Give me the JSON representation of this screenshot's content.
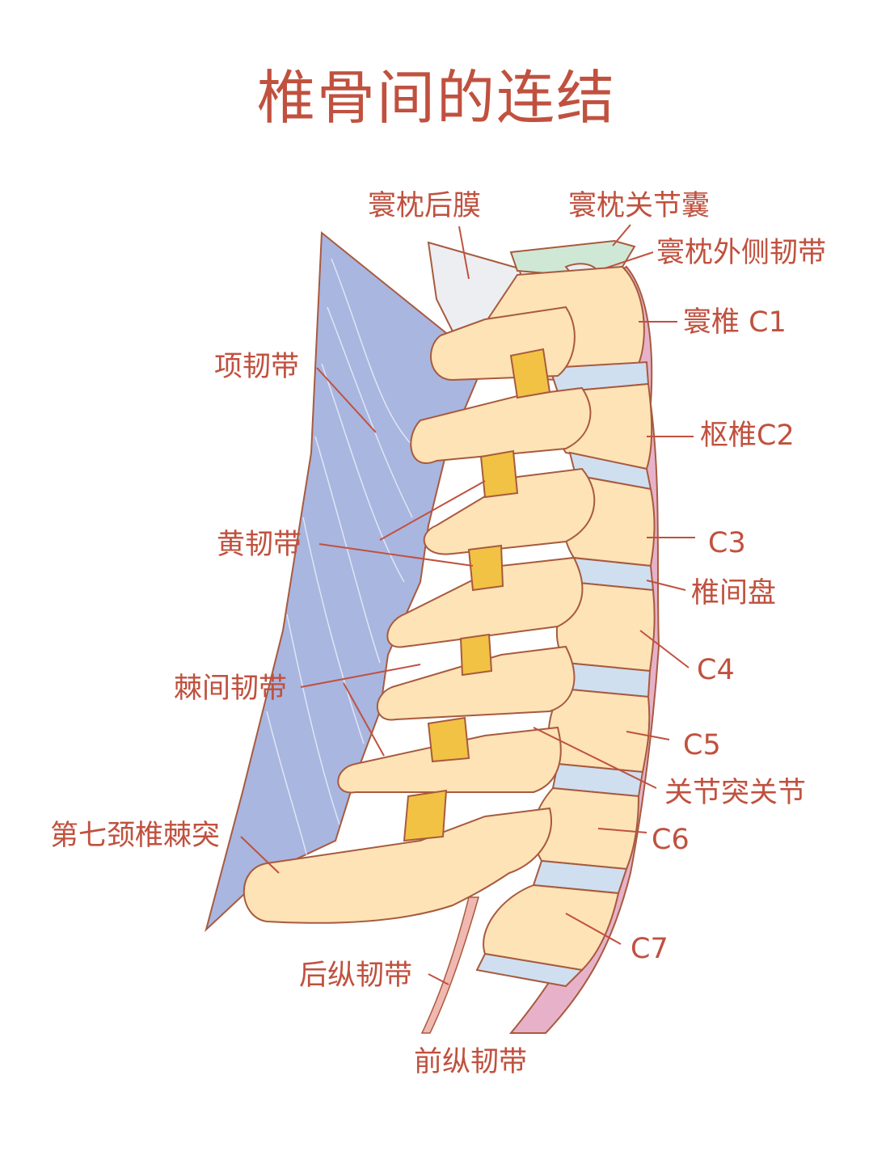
{
  "title": "椎骨间的连结",
  "labels": {
    "occipital_membrane": "寰枕后膜",
    "atlanto_capsule": "寰枕关节囊",
    "atlanto_lateral_ligament": "寰枕外侧韧带",
    "atlas": "寰椎 C1",
    "axis": "枢椎C2",
    "c3": "C3",
    "disc": "椎间盘",
    "c4": "C4",
    "c5": "C5",
    "facet_joint": "关节突关节",
    "c6": "C6",
    "c7": "C7",
    "nuchal_ligament": "项韧带",
    "ligamentum_flavum": "黄韧带",
    "interspinous_ligament": "棘间韧带",
    "c7_spinous": "第七颈椎棘突",
    "posterior_longitudinal": "后纵韧带",
    "anterior_longitudinal": "前纵韧带"
  },
  "colors": {
    "text": "#c0513f",
    "bone": "#fde3b6",
    "bone_shadow": "#f7c98a",
    "disc": "#cfdff0",
    "nuchal": "#a9b6e0",
    "flavum": "#f2c244",
    "outline": "#a85a3e",
    "anterior_band": "#e7b2c9"
  }
}
